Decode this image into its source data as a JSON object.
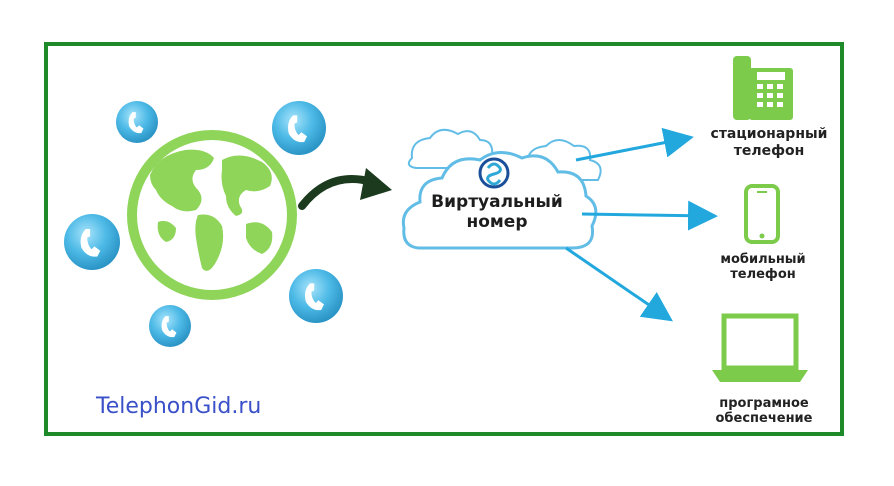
{
  "cloud": {
    "line1": "Виртуальный",
    "line2": "номер"
  },
  "devices": {
    "landline": {
      "line1": "стационарный",
      "line2": "телефон",
      "icon": "desk-phone-icon"
    },
    "mobile": {
      "line1": "мобильный",
      "line2": "телефон",
      "icon": "smartphone-icon"
    },
    "software": {
      "line1": "програмное",
      "line2": "обеспечение",
      "icon": "laptop-icon"
    }
  },
  "watermark": "TelephonGid.ru",
  "colors": {
    "frame": "#1f8a2a",
    "globe": "#8fd55a",
    "bubble": "#49b8e4",
    "arrow": "#23a8de",
    "device": "#7ccb4a",
    "cloud_stroke": "#62bde6",
    "watermark": "#3a50c8"
  }
}
